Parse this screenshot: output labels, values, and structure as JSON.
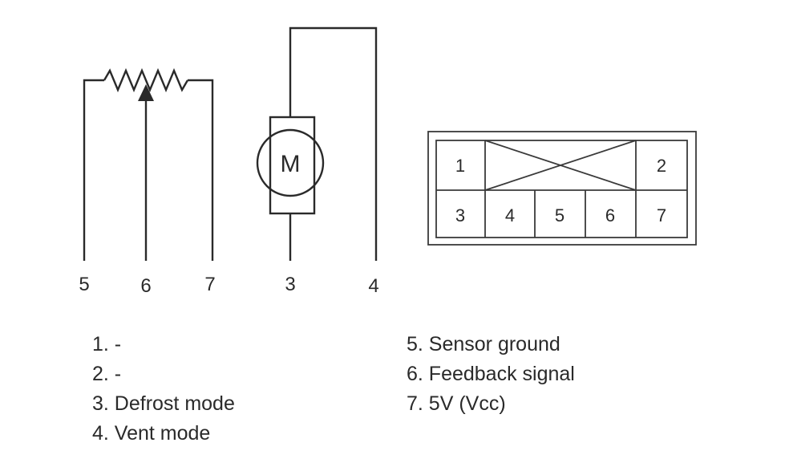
{
  "actuator": {
    "motor_label": "M",
    "terminal_labels": [
      "5",
      "6",
      "7",
      "3",
      "4"
    ]
  },
  "connector": {
    "top_row": [
      "1",
      "2"
    ],
    "bottom_row": [
      "3",
      "4",
      "5",
      "6",
      "7"
    ]
  },
  "legend": {
    "left": [
      "1. -",
      "2. -",
      "3. Defrost mode",
      "4. Vent mode"
    ],
    "right": [
      "5. Sensor ground",
      "6. Feedback signal",
      "7. 5V (Vcc)"
    ]
  },
  "colors": {
    "line": "#2a2a2a",
    "background": "#ffffff"
  }
}
